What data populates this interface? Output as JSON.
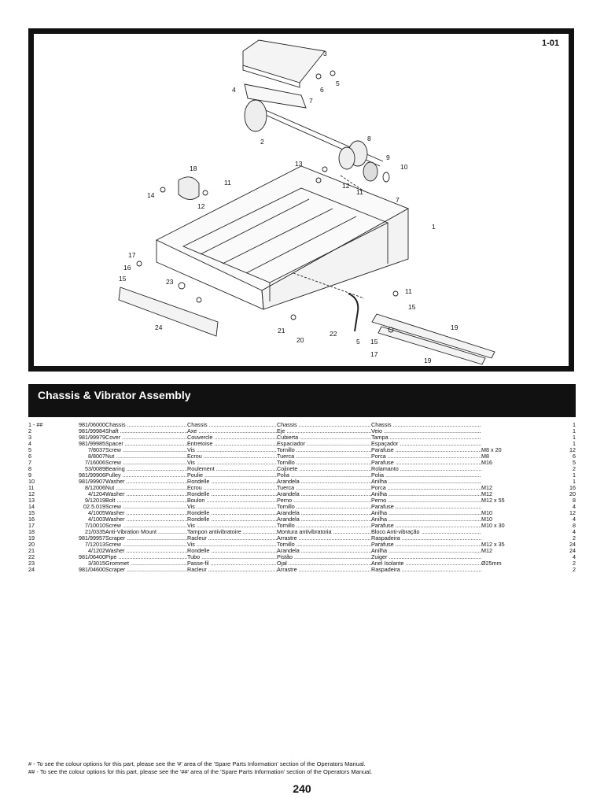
{
  "diagram": {
    "code": "1-01",
    "callouts": [
      "3",
      "5",
      "6",
      "4",
      "7",
      "2",
      "8",
      "9",
      "10",
      "13",
      "12",
      "11",
      "7",
      "18",
      "11",
      "14",
      "12",
      "1",
      "17",
      "16",
      "15",
      "23",
      "24",
      "11",
      "15",
      "19",
      "22",
      "21",
      "20",
      "5",
      "15",
      "17",
      "19"
    ]
  },
  "title": "Chassis & Vibrator Assembly",
  "parts": [
    {
      "idx": "1 - ##",
      "code": "981/06000",
      "en": "Chassis",
      "fr": "Chassis",
      "es": "Chassis",
      "pt": "Chassis",
      "size": "",
      "qty": "1"
    },
    {
      "idx": "2",
      "code": "981/99984",
      "en": "Shaft",
      "fr": "Axe",
      "es": "Eje",
      "pt": "Veio",
      "size": "",
      "qty": "1"
    },
    {
      "idx": "3",
      "code": "981/99979",
      "en": "Cover",
      "fr": "Couvercle",
      "es": "Cubierta",
      "pt": "Tampa",
      "size": "",
      "qty": "1"
    },
    {
      "idx": "4",
      "code": "981/99985",
      "en": "Spacer",
      "fr": "Entretoise",
      "es": "Espaciador",
      "pt": "Espaçador",
      "size": "",
      "qty": "1"
    },
    {
      "idx": "5",
      "code": "7/8037",
      "en": "Screw",
      "fr": "Vis",
      "es": "Tornillo",
      "pt": "Parafuse",
      "size": "M8 x 20",
      "qty": "12"
    },
    {
      "idx": "6",
      "code": "8/8007",
      "en": "Nut",
      "fr": "Ecrou",
      "es": "Tuerca",
      "pt": "Porca",
      "size": "M8",
      "qty": "6"
    },
    {
      "idx": "7",
      "code": "7/16006",
      "en": "Screw",
      "fr": "Vis",
      "es": "Tornillo",
      "pt": "Parafuse",
      "size": "M16",
      "qty": "5"
    },
    {
      "idx": "8",
      "code": "53/0089",
      "en": "Bearing",
      "fr": "Roulement",
      "es": "Cojinete",
      "pt": "Rolamanto",
      "size": "",
      "qty": "2"
    },
    {
      "idx": "9",
      "code": "981/99906",
      "en": "Pulley",
      "fr": "Poulie",
      "es": "Polia",
      "pt": "Polia",
      "size": "",
      "qty": "1"
    },
    {
      "idx": "10",
      "code": "981/99907",
      "en": "Washer",
      "fr": "Rondelle",
      "es": "Arandela",
      "pt": "Anilha",
      "size": "",
      "qty": "1"
    },
    {
      "idx": "11",
      "code": "8/12006",
      "en": "Nut",
      "fr": "Ecrou",
      "es": "Tuerca",
      "pt": "Porca",
      "size": "M12",
      "qty": "16"
    },
    {
      "idx": "12",
      "code": "4/1204",
      "en": "Washer",
      "fr": "Rondelle",
      "es": "Arandela",
      "pt": "Anilha",
      "size": "M12",
      "qty": "20"
    },
    {
      "idx": "13",
      "code": "9/12019",
      "en": "Bolt",
      "fr": "Boulon",
      "es": "Perno",
      "pt": "Perno",
      "size": "M12 x 55",
      "qty": "8"
    },
    {
      "idx": "14",
      "code": "02.5.019",
      "en": "Screw",
      "fr": "Vis",
      "es": "Tornillo",
      "pt": "Parafuse",
      "size": "",
      "qty": "4"
    },
    {
      "idx": "15",
      "code": "4/1005",
      "en": "Washer",
      "fr": "Rondelle",
      "es": "Arandela",
      "pt": "Anilha",
      "size": "M10",
      "qty": "12"
    },
    {
      "idx": "16",
      "code": "4/1003",
      "en": "Washer",
      "fr": "Rondelle",
      "es": "Arandela",
      "pt": "Anilha",
      "size": "M10",
      "qty": "4"
    },
    {
      "idx": "17",
      "code": "7/10010",
      "en": "Screw",
      "fr": "Vis",
      "es": "Tornillo",
      "pt": "Parafuse",
      "size": "M10 x 30",
      "qty": "8"
    },
    {
      "idx": "18",
      "code": "21/0335",
      "en": "Anti-Vibration Mount",
      "fr": "Tampon antivibratoire",
      "es": "Montura antivibratoria",
      "pt": "Bloco Anti-vibração",
      "size": "",
      "qty": "4"
    },
    {
      "idx": "19",
      "code": "981/99957",
      "en": "Scraper",
      "fr": "Racleur",
      "es": "Arrastre",
      "pt": "Raspadeira",
      "size": "",
      "qty": "2"
    },
    {
      "idx": "20",
      "code": "7/12013",
      "en": "Screw",
      "fr": "Vis",
      "es": "Tornillo",
      "pt": "Parafuse",
      "size": "M12 x 35",
      "qty": "24"
    },
    {
      "idx": "21",
      "code": "4/1202",
      "en": "Washer",
      "fr": "Rondelle",
      "es": "Arandela",
      "pt": "Anilha",
      "size": "M12",
      "qty": "24"
    },
    {
      "idx": "22",
      "code": "981/06400",
      "en": "Pipe",
      "fr": "Tubo",
      "es": "Pistão",
      "pt": "Zuiger",
      "size": "",
      "qty": "4"
    },
    {
      "idx": "23",
      "code": "3/3015",
      "en": "Grommet",
      "fr": "Passe-fil",
      "es": "Ojal",
      "pt": "Anel Isolante",
      "size": "Ø25mm",
      "qty": "2"
    },
    {
      "idx": "24",
      "code": "981/04600",
      "en": "Scraper",
      "fr": "Racleur",
      "es": "Arrastre",
      "pt": "Raspadeira",
      "size": "",
      "qty": "2"
    }
  ],
  "footnotes": {
    "single": "# - To see the colour options for this part, please see the '#' area of the 'Spare Parts Information' section of the Operators Manual.",
    "double": "## - To see the colour options for this part, please see the '##' area of the 'Spare Parts Information' section of the Operators Manual."
  },
  "page_number": "240"
}
